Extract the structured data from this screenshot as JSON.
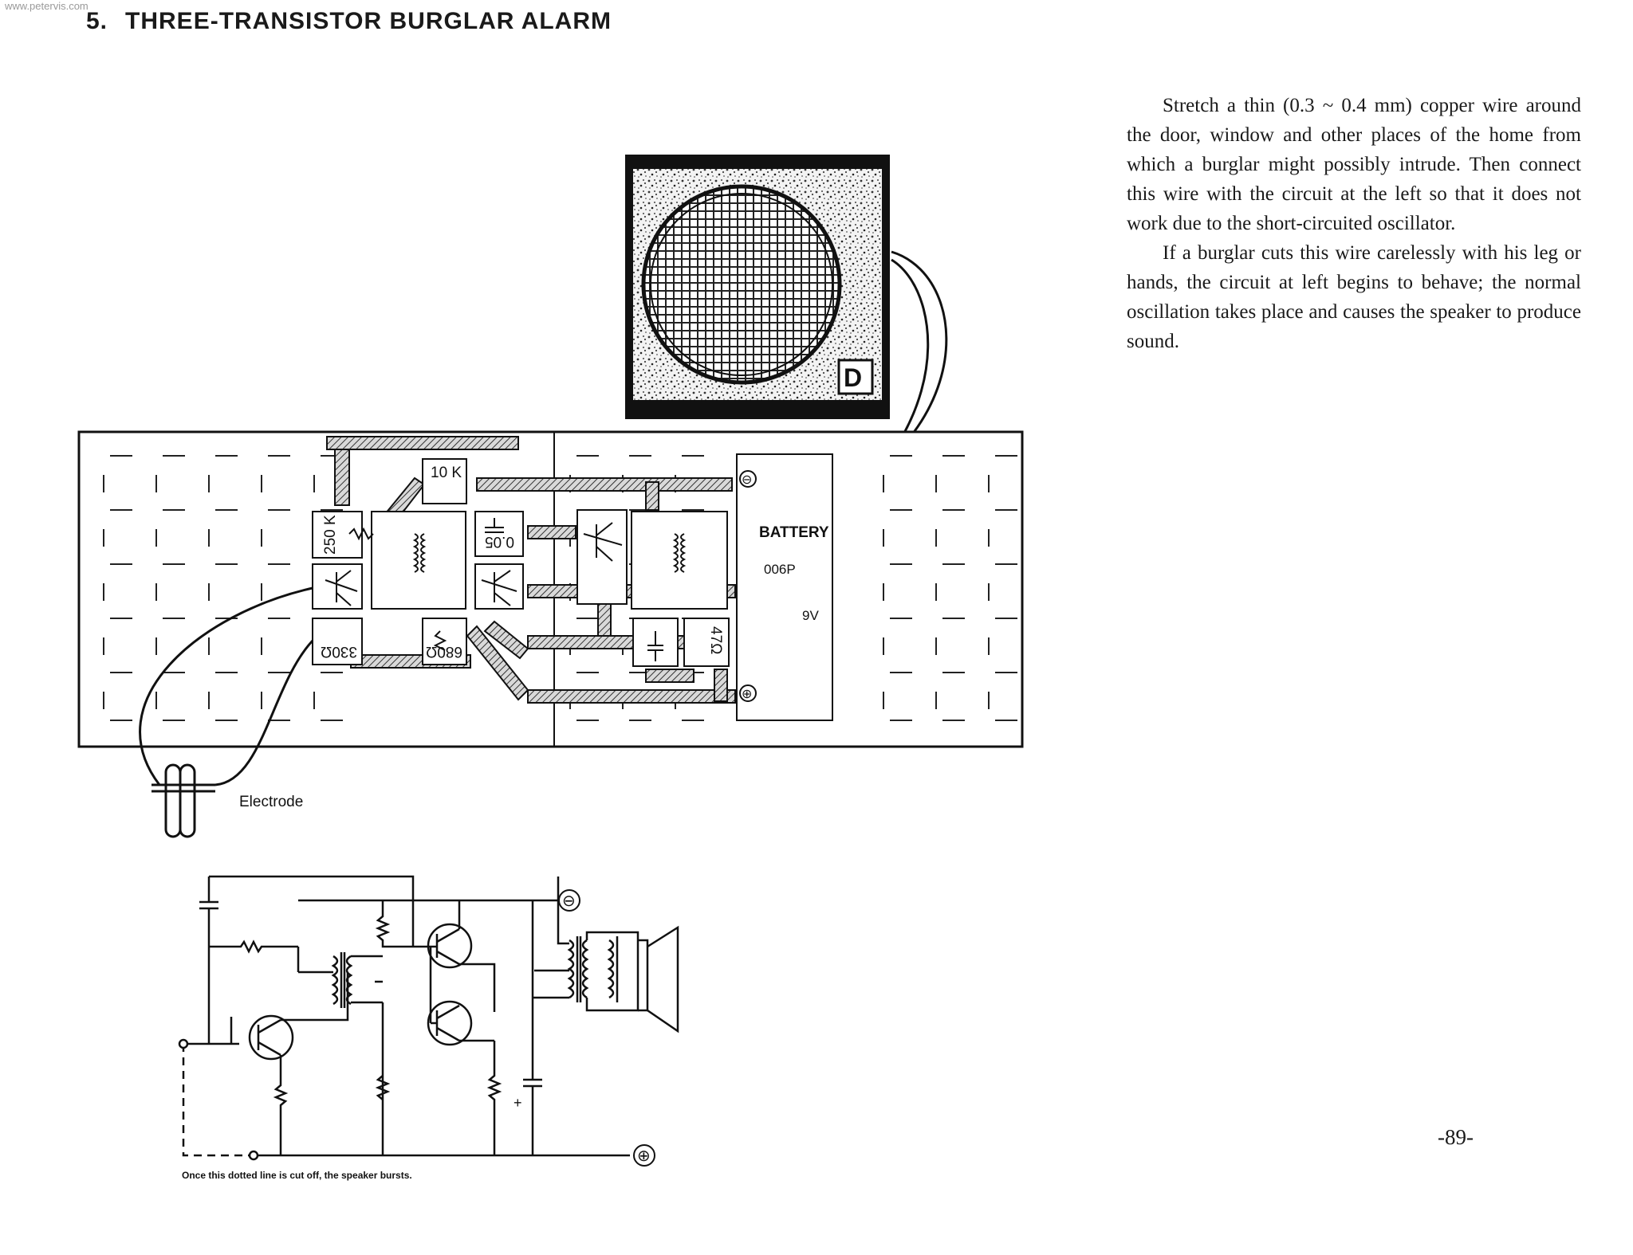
{
  "watermark": "www.petervis.com",
  "section": {
    "number": "5.",
    "title": "THREE-TRANSISTOR BURGLAR ALARM"
  },
  "instructions": [
    "Stretch a thin (0.3 ~ 0.4 mm) copper wire around the door, window and other places of the home from which a burglar might possibly intrude. Then connect this wire with the circuit at the left so that it does not work due to the short-circuited oscillator.",
    "If a burglar cuts this wire carelessly with his leg or hands, the circuit at left begins to behave; the normal oscillation takes place and causes the speaker to produce sound."
  ],
  "wiring_diagram": {
    "components": {
      "r_10k": "10 K",
      "r_250k": "250 K",
      "c_005": "0.05",
      "r_330": "330Ω",
      "r_680": "680Ω",
      "r_47": "47Ω"
    },
    "battery": {
      "label": "BATTERY",
      "type": "006P",
      "voltage": "9V",
      "negative": "⊖",
      "positive": "⊕"
    },
    "electrode_label": "Electrode"
  },
  "schematic": {
    "negative": "⊖",
    "positive": "⊕",
    "cap_polarity": "+",
    "caption": "Once this dotted line is cut off, the speaker bursts."
  },
  "page_number": "-89-"
}
